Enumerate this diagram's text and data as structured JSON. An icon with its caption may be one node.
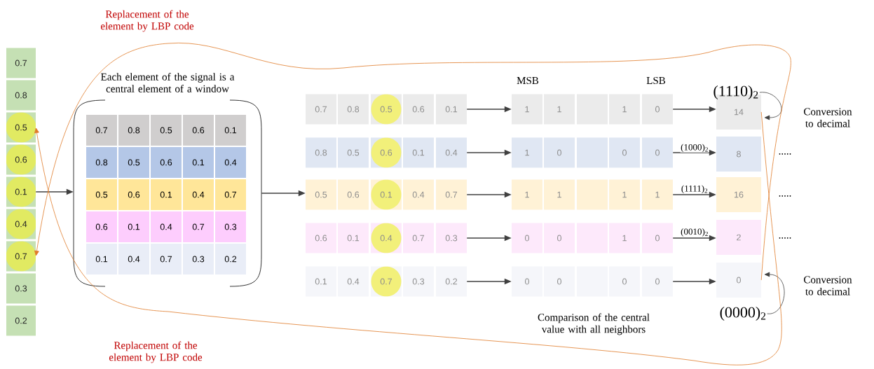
{
  "diagram": {
    "nodes": [
      {
        "text": [
          "0.7"
        ]
      },
      {
        "text": [
          "0.8"
        ]
      },
      {
        "text": [
          "0.5"
        ]
      },
      {
        "text": [
          "0.6"
        ]
      },
      {
        "text": [
          "0.1"
        ]
      },
      {
        "text": [
          "0.4"
        ]
      },
      {
        "text": [
          "0.7"
        ]
      },
      {
        "text": [
          "0.3"
        ]
      },
      {
        "text": [
          "0.2"
        ]
      },
      {
        "text": [
          "Each element of the signal is a central element of a window"
        ]
      },
      {
        "text": [
          "0.7"
        ],
        "in": 9
      },
      {
        "text": [
          "0.8"
        ],
        "in": 9
      },
      {
        "text": [
          "0.5"
        ],
        "in": 9
      },
      {
        "text": [
          "0.6"
        ],
        "in": 9
      },
      {
        "text": [
          "0.1"
        ],
        "in": 9
      },
      {
        "text": [
          "0.8"
        ],
        "in": 9
      },
      {
        "text": [
          "0.5"
        ],
        "in": 9
      },
      {
        "text": [
          "0.6"
        ],
        "in": 9
      },
      {
        "text": [
          "0.1"
        ],
        "in": 9
      },
      {
        "text": [
          "0.4"
        ],
        "in": 9
      },
      {
        "text": [
          "0.5"
        ],
        "in": 9
      },
      {
        "text": [
          "0.6"
        ],
        "in": 9
      },
      {
        "text": [
          "0.1"
        ],
        "in": 9
      },
      {
        "text": [
          "0.4"
        ],
        "in": 9
      },
      {
        "text": [
          "0.7"
        ],
        "in": 9
      },
      {
        "text": [
          "0.6"
        ],
        "in": 9
      },
      {
        "text": [
          "0.1"
        ],
        "in": 9
      },
      {
        "text": [
          "0.4"
        ],
        "in": 9
      },
      {
        "text": [
          "0.7"
        ],
        "in": 9
      },
      {
        "text": [
          "0.3"
        ],
        "in": 9
      },
      {
        "text": [
          "0.1"
        ],
        "in": 9
      },
      {
        "text": [
          "0.4"
        ],
        "in": 9
      },
      {
        "text": [
          "0.7"
        ],
        "in": 9
      },
      {
        "text": [
          "0.3"
        ],
        "in": 9
      },
      {
        "text": [
          "0.2"
        ],
        "in": 9
      },
      {
        "text": [
          "0.7"
        ]
      },
      {
        "text": [
          "0.8"
        ]
      },
      {
        "text": [
          "0.5"
        ]
      },
      {
        "text": [
          "0.6"
        ]
      },
      {
        "text": [
          "0.1"
        ]
      },
      {
        "text": [
          "0.8"
        ]
      },
      {
        "text": [
          "0.5"
        ]
      },
      {
        "text": [
          "0.6"
        ]
      },
      {
        "text": [
          "0.1"
        ]
      },
      {
        "text": [
          "0.4"
        ]
      },
      {
        "text": [
          "0.5"
        ]
      },
      {
        "text": [
          "0.6"
        ]
      },
      {
        "text": [
          "0.1"
        ]
      },
      {
        "text": [
          "0.4"
        ]
      },
      {
        "text": [
          "0.7"
        ]
      },
      {
        "text": [
          "0.6"
        ]
      },
      {
        "text": [
          "0.1"
        ]
      },
      {
        "text": [
          "0.4"
        ]
      },
      {
        "text": [
          "0.7"
        ]
      },
      {
        "text": [
          "0.3"
        ]
      },
      {
        "text": [
          "0.1"
        ]
      },
      {
        "text": [
          "0.4"
        ]
      },
      {
        "text": [
          "0.7"
        ]
      },
      {
        "text": [
          "0.3"
        ]
      },
      {
        "text": [
          "0.2"
        ]
      },
      {
        "text": [
          "1"
        ]
      },
      {
        "text": [
          "1"
        ]
      },
      {
        "text": [],
        "shape": "box"
      },
      {
        "text": [
          "1"
        ]
      },
      {
        "text": [
          "0"
        ]
      },
      {
        "text": [
          "1"
        ]
      },
      {
        "text": [
          "0"
        ]
      },
      {
        "text": [],
        "shape": "box"
      },
      {
        "text": [
          "0"
        ]
      },
      {
        "text": [
          "0"
        ]
      },
      {
        "text": [
          "1"
        ]
      },
      {
        "text": [
          "1"
        ]
      },
      {
        "text": [],
        "shape": "box"
      },
      {
        "text": [
          "1"
        ]
      },
      {
        "text": [
          "1"
        ]
      },
      {
        "text": [
          "0"
        ]
      },
      {
        "text": [
          "0"
        ]
      },
      {
        "text": [],
        "shape": "box"
      },
      {
        "text": [
          "1"
        ]
      },
      {
        "text": [
          "0"
        ]
      },
      {
        "text": [
          "0"
        ]
      },
      {
        "text": [
          "0"
        ]
      },
      {
        "text": [],
        "shape": "box"
      },
      {
        "text": [
          "0"
        ]
      },
      {
        "text": [
          "0"
        ]
      },
      {
        "text": [
          "14"
        ]
      },
      {
        "text": [
          "8"
        ]
      },
      {
        "text": [
          "16"
        ]
      },
      {
        "text": [
          "2"
        ]
      },
      {
        "text": [
          "0"
        ]
      },
      {
        "text": [
          "(1110)$_{2}$"
        ]
      },
      {
        "text": [
          "(0000)$_{2}$"
        ]
      }
    ],
    "edges": [
      {
        "from": 4,
        "to": 9,
        "arrow": "to"
      },
      {
        "from": 9,
        "to": 45,
        "arrow": "to"
      },
      {
        "from": 39,
        "to": 60,
        "arrow": "to"
      },
      {
        "from": 44,
        "to": 65,
        "arrow": "to"
      },
      {
        "from": 49,
        "to": 70,
        "arrow": "to"
      },
      {
        "from": 54,
        "to": 75,
        "arrow": "to"
      },
      {
        "from": 59,
        "to": 80,
        "arrow": "to"
      },
      {
        "from": 64,
        "to": 85,
        "arrow": "to"
      },
      {
        "from": 69,
        "to": 86,
        "arrow": "to",
        "label": "(1000)$_{2}$"
      },
      {
        "from": 74,
        "to": 87,
        "arrow": "to",
        "label": "(1111)$_{2}$"
      },
      {
        "from": 79,
        "to": 88,
        "arrow": "to",
        "label": "(0010)$_{2}$"
      },
      {
        "from": 84,
        "to": 89,
        "arrow": "to"
      },
      {
        "from": 90,
        "to": 85,
        "arrow": "to",
        "label": "Conversion to decimal"
      },
      {
        "from": 91,
        "to": 89,
        "arrow": "to",
        "label": "Conversion to decimal"
      },
      {
        "from": 85,
        "to": 2,
        "arrow": "to",
        "color": "#e07b2a",
        "label": "Replacement of the element by LBP code"
      },
      {
        "from": 89,
        "to": 6,
        "arrow": "to",
        "color": "#e07b2a",
        "label": "Replacement of the element by LBP code"
      }
    ],
    "labels": [
      "MSB",
      "LSB",
      "Comparison of the central value with all neighbors",
      ".....",
      ".....",
      "....."
    ]
  }
}
